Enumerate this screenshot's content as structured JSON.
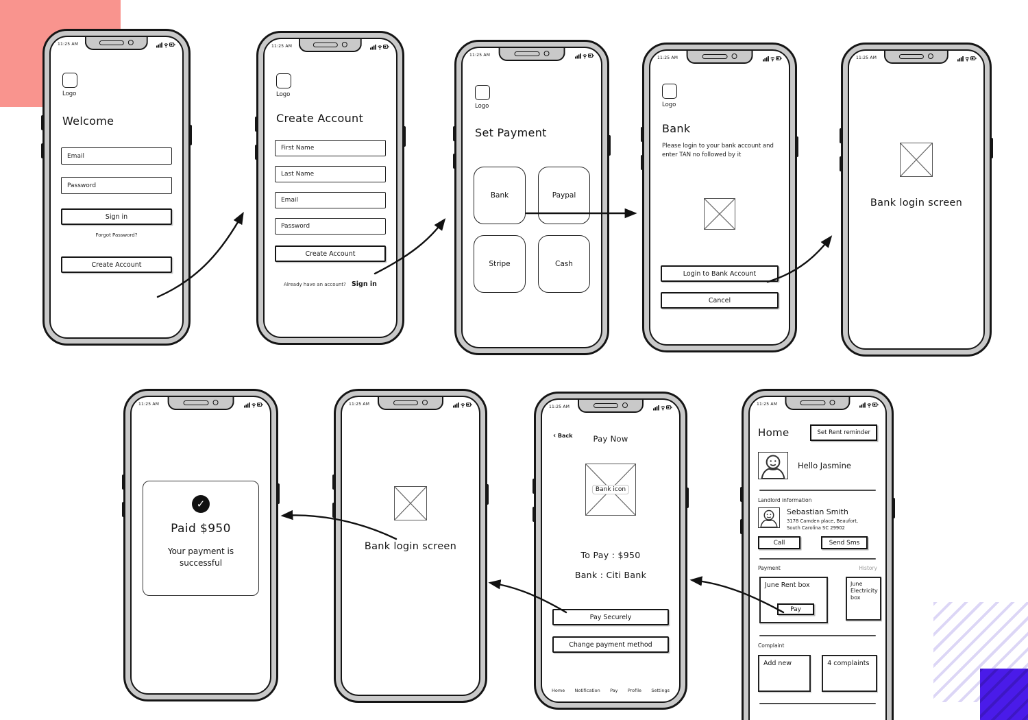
{
  "decor": {
    "pink": "#F9948E",
    "purple": "#4A1BE9",
    "stripe": "#DCD6F6"
  },
  "status_bar": {
    "time": "11:25 AM"
  },
  "icons": {
    "check": "✓",
    "back_chevron": "‹"
  },
  "screens": {
    "welcome": {
      "logo_label": "Logo",
      "title": "Welcome",
      "email_placeholder": "Email",
      "password_placeholder": "Password",
      "sign_in_label": "Sign in",
      "forgot_password": "Forgot Password?",
      "create_account_label": "Create Account"
    },
    "create_account": {
      "logo_label": "Logo",
      "title": "Create Account",
      "first_name_placeholder": "First Name",
      "last_name_placeholder": "Last Name",
      "email_placeholder": "Email",
      "password_placeholder": "Password",
      "submit_label": "Create Account",
      "footer_question": "Already have an account?",
      "footer_link": "Sign in"
    },
    "set_payment": {
      "logo_label": "Logo",
      "title": "Set Payment",
      "options": [
        "Bank",
        "Paypal",
        "Stripe",
        "Cash"
      ]
    },
    "bank": {
      "logo_label": "Logo",
      "title": "Bank",
      "instruction": "Please login to your bank account and enter TAN no followed by it",
      "login_label": "Login to Bank Account",
      "cancel_label": "Cancel"
    },
    "bank_login_top": {
      "caption": "Bank login screen"
    },
    "paid": {
      "amount": "Paid $950",
      "message": "Your payment is successful"
    },
    "bank_login_bottom": {
      "caption": "Bank login screen"
    },
    "pay_now": {
      "back_label": "Back",
      "title": "Pay Now",
      "bank_icon_label": "Bank icon",
      "to_pay": "To Pay : $950",
      "bank_name": "Bank : Citi Bank",
      "pay_securely_label": "Pay Securely",
      "change_method_label": "Change payment method",
      "nav": [
        "Home",
        "Notification",
        "Pay",
        "Profile",
        "Settings"
      ]
    },
    "home": {
      "title": "Home",
      "set_rent_reminder_label": "Set Rent reminder",
      "greeting": "Hello Jasmine",
      "landlord_section_label": "Landlord information",
      "landlord_name": "Sebastian Smith",
      "landlord_address_line1": "3178 Camden place, Beaufort,",
      "landlord_address_line2": "South Carolina SC 29902",
      "call_label": "Call",
      "send_sms_label": "Send Sms",
      "payment_section_label": "Payment",
      "history_label": "History",
      "rent_card_label": "June Rent box",
      "pay_label": "Pay",
      "electricity_card_label": "June Electricity box",
      "complaint_section_label": "Complaint",
      "add_new_label": "Add new",
      "complaints_count_label": "4 complaints"
    }
  }
}
